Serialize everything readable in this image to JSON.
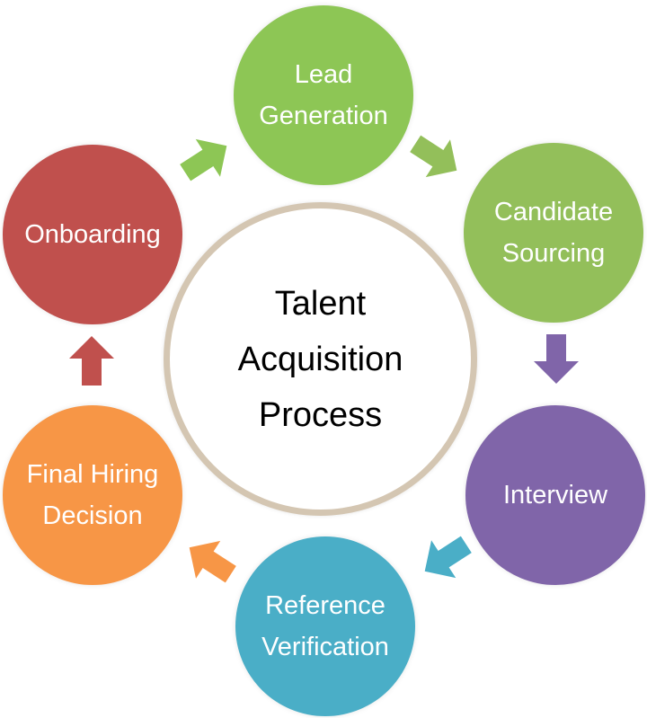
{
  "diagram": {
    "center": {
      "label": "Talent Acquisition Process",
      "border_color": "#d4c6b2"
    },
    "steps": [
      {
        "id": "lead-generation",
        "label": "Lead Generation",
        "color": "#8dc655"
      },
      {
        "id": "candidate-sourcing",
        "label": "Candidate Sourcing",
        "color": "#93bf5a"
      },
      {
        "id": "interview",
        "label": "Interview",
        "color": "#8065a9"
      },
      {
        "id": "reference-verification",
        "label": "Reference Verification",
        "color": "#4aaec7"
      },
      {
        "id": "final-hiring-decision",
        "label": "Final Hiring Decision",
        "color": "#f79646"
      },
      {
        "id": "onboarding",
        "label": "Onboarding",
        "color": "#c0504d"
      }
    ],
    "arrows": [
      {
        "id": "lead-to-sourcing",
        "color": "#8dc655"
      },
      {
        "id": "sourcing-to-interview",
        "color": "#93bf5a"
      },
      {
        "id": "interview-to-reference",
        "color": "#8065a9"
      },
      {
        "id": "reference-to-decision",
        "color": "#4aaec7"
      },
      {
        "id": "decision-to-onboarding",
        "color": "#f79646"
      },
      {
        "id": "onboarding-to-lead",
        "color": "#c0504d"
      }
    ]
  }
}
